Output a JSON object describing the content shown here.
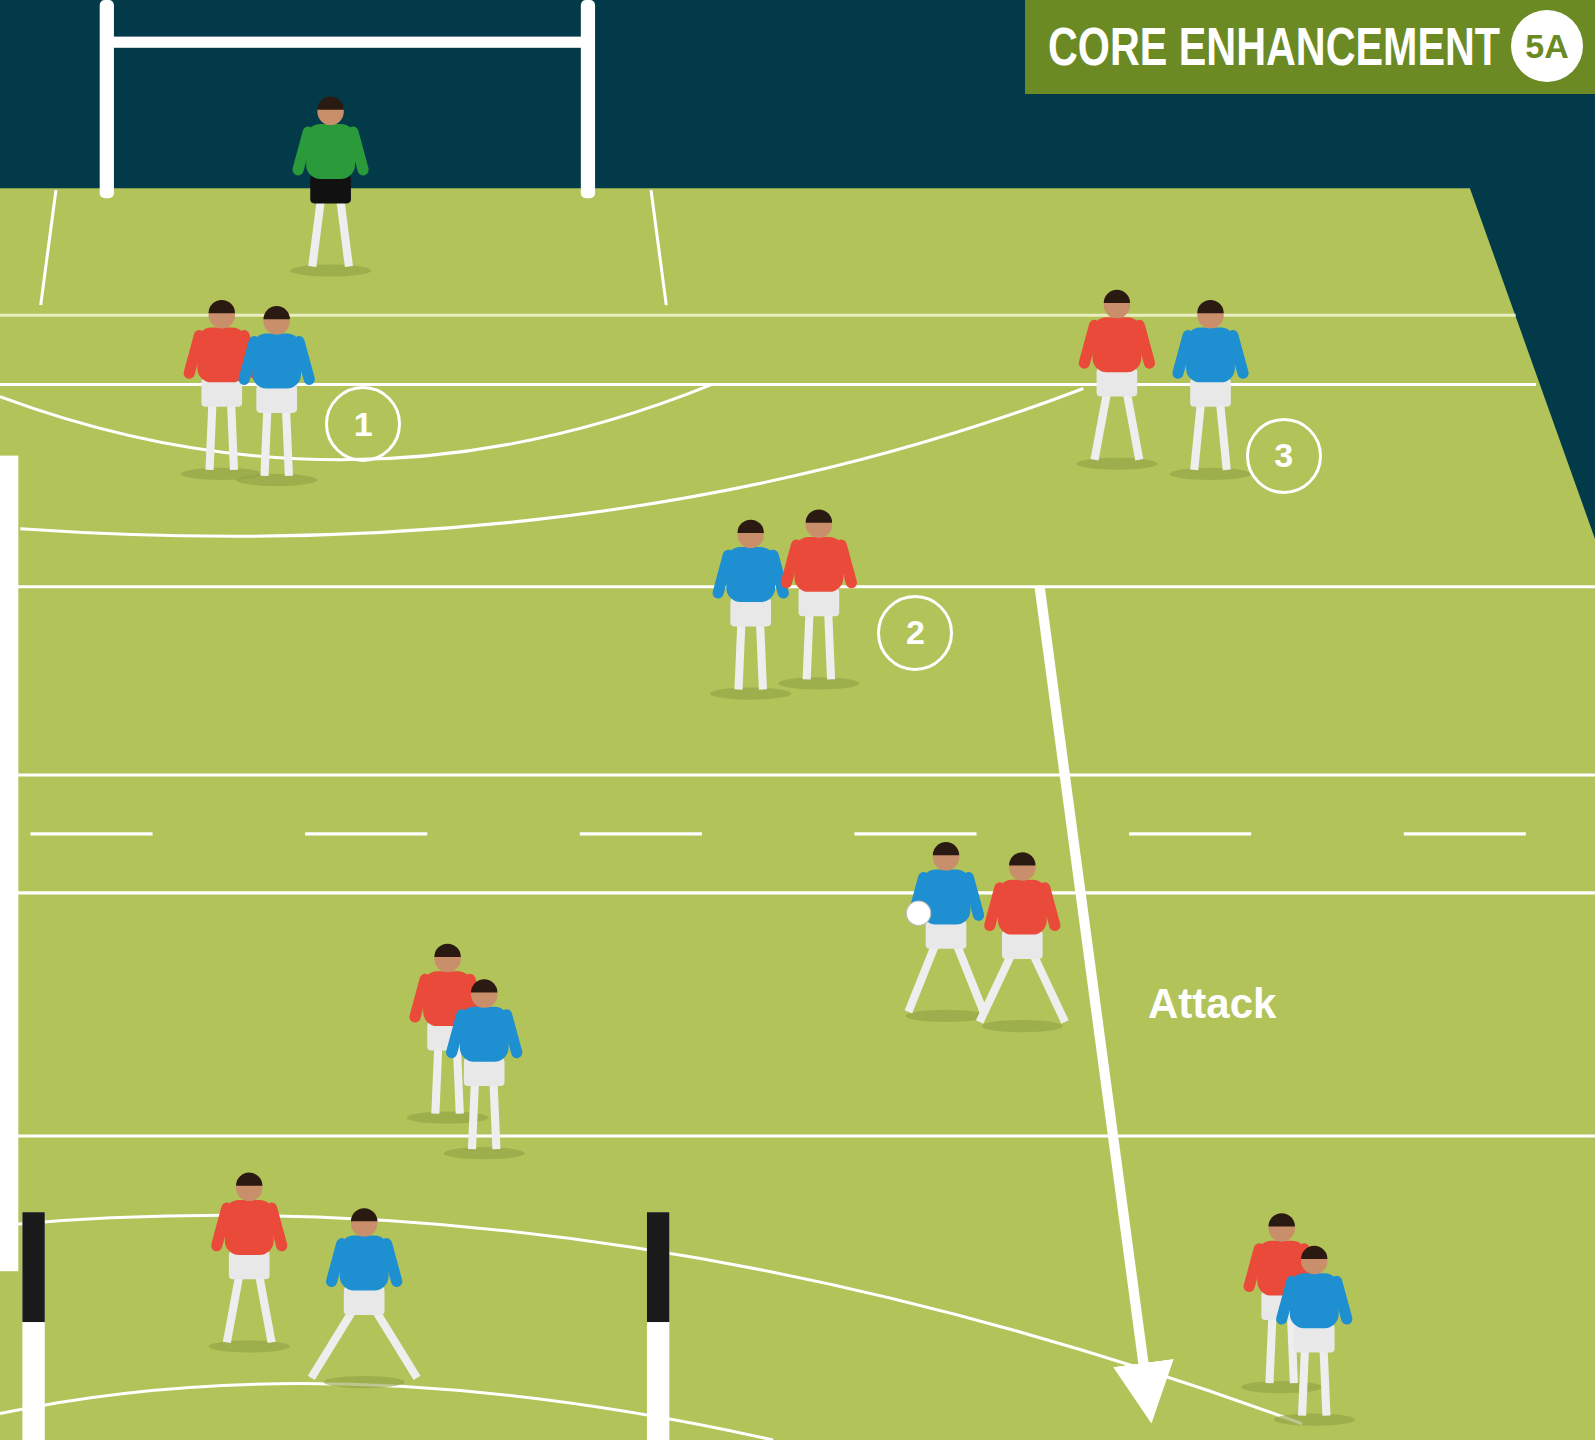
{
  "diagram": {
    "title": "CORE ENHANCEMENT",
    "labels": [
      "5A",
      "1",
      "2",
      "3",
      "Attack"
    ]
  }
}
